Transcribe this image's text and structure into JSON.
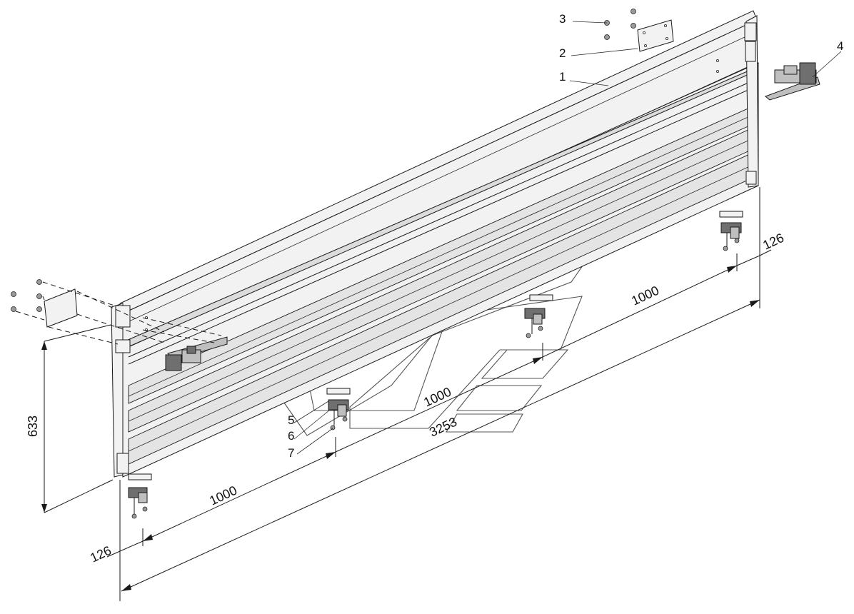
{
  "callouts": {
    "c1": "1",
    "c2": "2",
    "c3": "3",
    "c4": "4",
    "c5": "5",
    "c6": "6",
    "c7": "7"
  },
  "dimensions": {
    "height_633": "633",
    "total_3253": "3253",
    "spacing_1000_a": "1000",
    "spacing_1000_b": "1000",
    "spacing_1000_c": "1000",
    "edge_126_left": "126",
    "edge_126_right": "126"
  }
}
